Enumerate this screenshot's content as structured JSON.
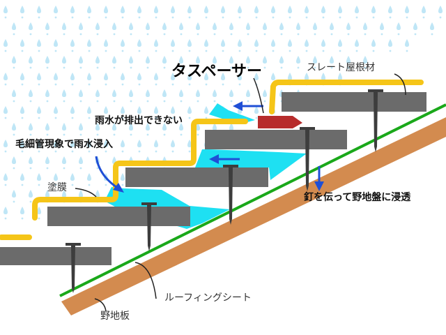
{
  "labels": {
    "spacer": "タスペーサー",
    "slate": "スレート屋根材",
    "no_drain": "雨水が排出できない",
    "capillary": "毛細管現象で雨水浸入",
    "coating": "塗膜",
    "nail_seep": "釘を伝って野地盤に浸透",
    "roofing_sheet": "ルーフィングシート",
    "sheathing": "野地板"
  },
  "colors": {
    "background": "#ffffff",
    "rain": "#bfe6f6",
    "coating": "#f5c518",
    "water": "#1ee0f2",
    "slate": "#6b6b6b",
    "nail": "#3d3d3d",
    "roofing_sheet": "#1aa81a",
    "sheathing": "#d38b4f",
    "spacer": "#b72c2c",
    "arrow": "#1f4fd6"
  },
  "icons": {
    "rain": "raindrop-icon",
    "flow": "flow-arrow-icon",
    "leader": "leader-line"
  }
}
